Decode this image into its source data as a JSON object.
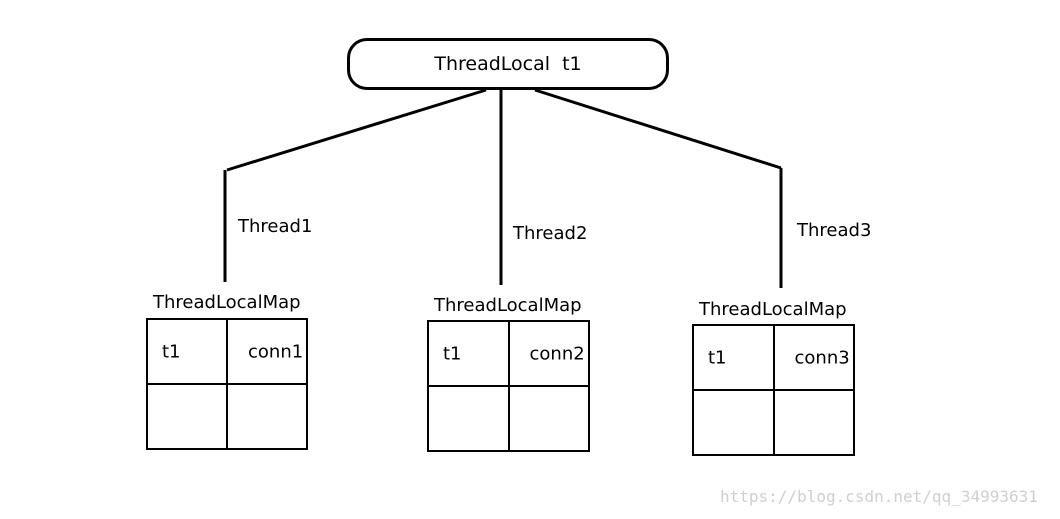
{
  "root": {
    "label": "ThreadLocal t1"
  },
  "threads": [
    {
      "name": "Thread1",
      "map_label": "ThreadLocalMap",
      "cells": [
        [
          "t1",
          "conn1"
        ],
        [
          "",
          ""
        ]
      ]
    },
    {
      "name": "Thread2",
      "map_label": "ThreadLocalMap",
      "cells": [
        [
          "t1",
          "conn2"
        ],
        [
          "",
          ""
        ]
      ]
    },
    {
      "name": "Thread3",
      "map_label": "ThreadLocalMap",
      "cells": [
        [
          "t1",
          "conn3"
        ],
        [
          "",
          ""
        ]
      ]
    }
  ],
  "watermark": "https://blog.csdn.net/qq_34993631"
}
